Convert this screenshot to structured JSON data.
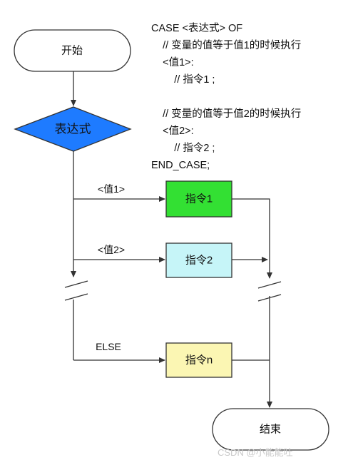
{
  "code_block": {
    "lines": [
      "CASE <表达式> OF",
      "    // 变量的值等于值1的时候执行",
      "    <值1>:",
      "        // 指令1 ;",
      "",
      "    // 变量的值等于值2的时候执行",
      "    <值2>:",
      "        // 指令2 ;",
      "END_CASE;"
    ]
  },
  "flowchart": {
    "start_label": "开始",
    "expression_label": "表达式",
    "branch1_label": "<值1>",
    "branch2_label": "<值2>",
    "else_label": "ELSE",
    "instruction1_label": "指令1",
    "instruction2_label": "指令2",
    "instructionn_label": "指令n",
    "end_label": "结束"
  },
  "colors": {
    "diamond_fill": "#1e7bff",
    "instruction1_fill": "#33e033",
    "instruction2_fill": "#c6f5f8",
    "instructionn_fill": "#fbf6b3"
  },
  "watermark": "CSDN @小能能吐"
}
